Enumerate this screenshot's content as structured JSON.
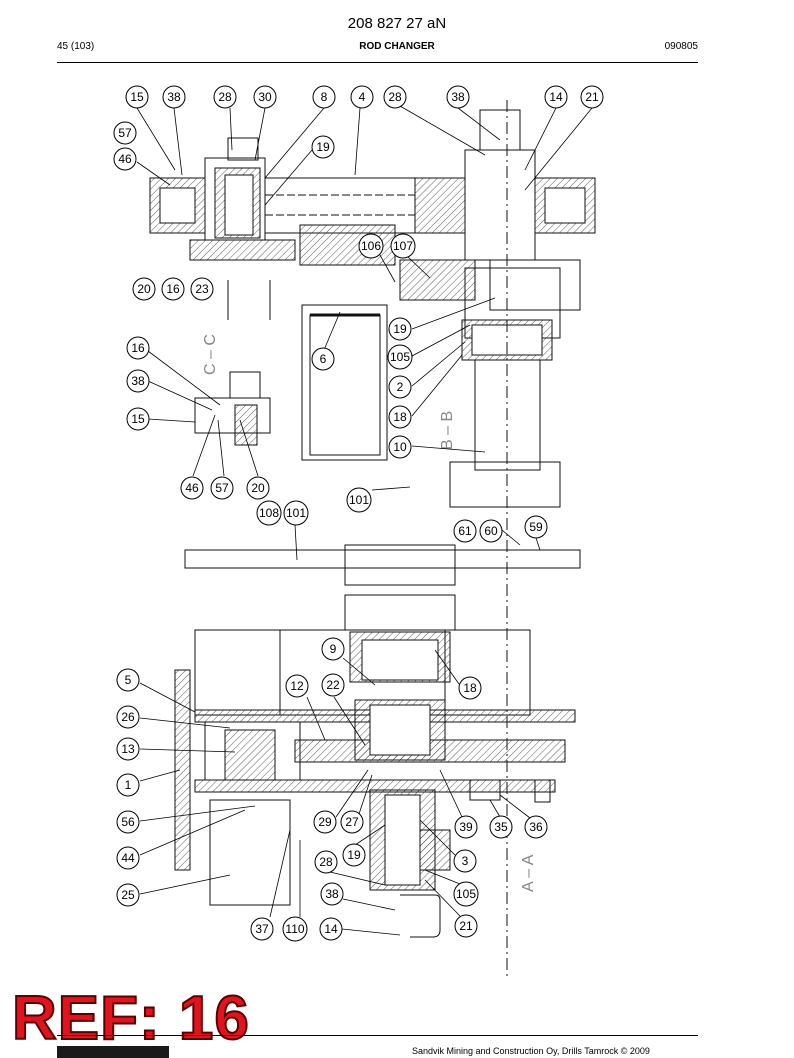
{
  "header": {
    "doc_number": "208 827 27 aN",
    "page": "45 (103)",
    "title": "ROD CHANGER",
    "date_code": "090805"
  },
  "drawing": {
    "section_labels": [
      "C – C",
      "B – B",
      "A – A"
    ],
    "callouts": [
      "15",
      "38",
      "28",
      "30",
      "8",
      "4",
      "28",
      "38",
      "14",
      "21",
      "57",
      "46",
      "19",
      "106",
      "107",
      "20",
      "16",
      "23",
      "16",
      "38",
      "15",
      "19",
      "6",
      "105",
      "2",
      "18",
      "10",
      "46",
      "57",
      "20",
      "101",
      "108",
      "101",
      "61",
      "60",
      "59",
      "9",
      "5",
      "12",
      "22",
      "18",
      "26",
      "13",
      "1",
      "56",
      "29",
      "27",
      "39",
      "35",
      "36",
      "44",
      "19",
      "3",
      "28",
      "25",
      "38",
      "105",
      "37",
      "110",
      "14",
      "21"
    ]
  },
  "stamp": {
    "ref_text": "REF: 16"
  },
  "footer": {
    "copyright": "Sandvik Mining and Construction Oy, Drills Tamrock © 2009"
  }
}
